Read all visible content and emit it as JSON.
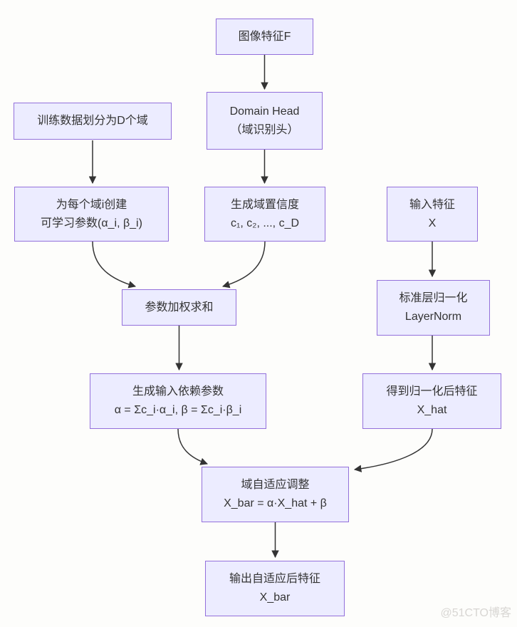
{
  "diagram": {
    "type": "flowchart",
    "nodes": [
      {
        "id": "image-feature-f",
        "lines": [
          "图像特征F",
          ""
        ]
      },
      {
        "id": "domain-head",
        "lines": [
          "Domain Head",
          "（域识别头）"
        ]
      },
      {
        "id": "train-data-split",
        "lines": [
          "训练数据划分为D个域",
          ""
        ]
      },
      {
        "id": "per-domain-params",
        "lines": [
          "为每个域i创建",
          "可学习参数(α_i, β_i)"
        ]
      },
      {
        "id": "domain-confidence",
        "lines": [
          "生成域置信度",
          "c₁, c₂, ..., c_D"
        ]
      },
      {
        "id": "input-feature-x",
        "lines": [
          "输入特征",
          "X"
        ]
      },
      {
        "id": "weighted-sum",
        "lines": [
          "参数加权求和",
          ""
        ]
      },
      {
        "id": "layernorm",
        "lines": [
          "标准层归一化",
          "LayerNorm"
        ]
      },
      {
        "id": "input-dependent-params",
        "lines": [
          "生成输入依赖参数",
          "α = Σc_i·α_i, β = Σc_i·β_i"
        ]
      },
      {
        "id": "normalized-feature",
        "lines": [
          "得到归一化后特征",
          "X_hat"
        ]
      },
      {
        "id": "domain-adaptive-adjust",
        "lines": [
          "域自适应调整",
          "X_bar = α·X_hat + β"
        ]
      },
      {
        "id": "output-feature",
        "lines": [
          "输出自适应后特征",
          "X_bar"
        ]
      }
    ],
    "edges": [
      {
        "from": "image-feature-f",
        "to": "domain-head"
      },
      {
        "from": "train-data-split",
        "to": "per-domain-params"
      },
      {
        "from": "domain-head",
        "to": "domain-confidence"
      },
      {
        "from": "per-domain-params",
        "to": "weighted-sum"
      },
      {
        "from": "domain-confidence",
        "to": "weighted-sum"
      },
      {
        "from": "weighted-sum",
        "to": "input-dependent-params"
      },
      {
        "from": "input-feature-x",
        "to": "layernorm"
      },
      {
        "from": "layernorm",
        "to": "normalized-feature"
      },
      {
        "from": "input-dependent-params",
        "to": "domain-adaptive-adjust"
      },
      {
        "from": "normalized-feature",
        "to": "domain-adaptive-adjust"
      },
      {
        "from": "domain-adaptive-adjust",
        "to": "output-feature"
      }
    ],
    "watermark": "@51CTO博客",
    "colors": {
      "node_fill": "#ECECFF",
      "node_border": "#9370DB",
      "edge": "#333333",
      "text": "#333333",
      "background": "#FDFDFB",
      "watermark": "#D8D6D3"
    }
  }
}
